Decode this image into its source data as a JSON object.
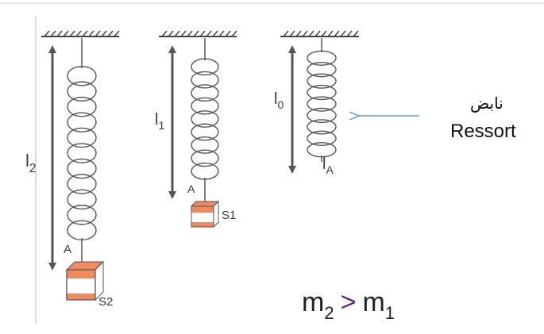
{
  "springs": [
    {
      "length_label": "l",
      "length_sub": "2",
      "point_label": "A",
      "mass_label": "S2"
    },
    {
      "length_label": "l",
      "length_sub": "1",
      "point_label": "A",
      "mass_label": "S1"
    },
    {
      "length_label": "l",
      "length_sub": "0",
      "point_label": "l",
      "point_sub": "A"
    }
  ],
  "callout": {
    "arabic": "نابض",
    "english": "Ressort"
  },
  "relation": {
    "left": "m",
    "left_sub": "2",
    "op": ">",
    "right": "m",
    "right_sub": "1"
  },
  "colors": {
    "mass_fill": "#f08a5d",
    "mass_stroke": "#555555",
    "line": "#444444",
    "arrow": "#555555",
    "pointer": "#4da6e0",
    "op": "#5b2a86"
  }
}
